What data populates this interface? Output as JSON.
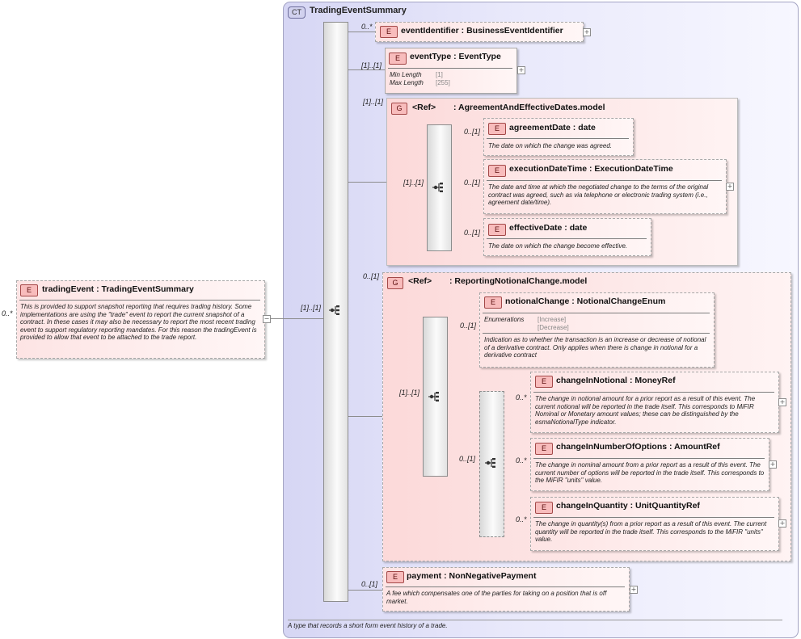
{
  "complex_type": {
    "badge": "CT",
    "name": "TradingEventSummary",
    "description": "A type that records a short form event history of a trade."
  },
  "root": {
    "multiplicity": "0..*",
    "badge": "E",
    "name": "tradingEvent : TradingEventSummary",
    "description": "This is provided to support snapshot reporting that requires trading history. Some implementations are using the \"trade\" event to report the current snapshot of a contract. In these cases it may also be necessary to report the most recent trading event to support regulatory reporting mandates. For this reason the tradingEvent is provided to allow that event to be attached to the trade report.",
    "expand": "−",
    "seq_multiplicity": "[1]..[1]"
  },
  "event_identifier": {
    "multiplicity": "0..*",
    "badge": "E",
    "name": "eventIdentifier : BusinessEventIdentifier",
    "expand": "+"
  },
  "event_type": {
    "multiplicity": "[1]..[1]",
    "badge": "E",
    "name": "eventType : EventType",
    "expand": "+",
    "facets": [
      {
        "key": "Min Length",
        "value": "[1]"
      },
      {
        "key": "Max Length",
        "value": "[255]"
      }
    ]
  },
  "group_dates": {
    "multiplicity": "[1]..[1]",
    "badge": "G",
    "ref": "<Ref>",
    "name": ": AgreementAndEffectiveDates.model",
    "seq_multiplicity": "[1]..[1]",
    "elements": [
      {
        "multiplicity": "0..[1]",
        "badge": "E",
        "name": "agreementDate : date",
        "description": "The date on which the change was agreed."
      },
      {
        "multiplicity": "0..[1]",
        "badge": "E",
        "name": "executionDateTime : ExecutionDateTime",
        "description": "The date and time at which the negotiated change to the terms of the original contract was agreed, such as via telephone or electronic trading system (i.e., agreement date/time).",
        "expand": "+"
      },
      {
        "multiplicity": "0..[1]",
        "badge": "E",
        "name": "effectiveDate : date",
        "description": "The date on which the change become effective."
      }
    ]
  },
  "group_notional": {
    "multiplicity": "0..[1]",
    "badge": "G",
    "ref": "<Ref>",
    "name": ": ReportingNotionalChange.model",
    "seq_multiplicity": "[1]..[1]",
    "notional_change": {
      "multiplicity": "0..[1]",
      "badge": "E",
      "name": "notionalChange : NotionalChangeEnum",
      "enum_label": "Enumerations",
      "enum_values": [
        "[Increase]",
        "[Decrease]"
      ],
      "description": "Indication as to whether the transaction is an increase or decrease of notional of a derivative contract. Only applies when there is change in notional for a derivative contract"
    },
    "choice_multiplicity": "0..[1]",
    "elements": [
      {
        "multiplicity": "0..*",
        "badge": "E",
        "name": "changeInNotional : MoneyRef",
        "description": "The change in notional amount for a prior report as a result of this event. The current notional will be reported in the trade itself. This corresponds to MiFIR Nominal or Monetary amount values; these can be distinguished by the esmaNotionalType indicator.",
        "expand": "+"
      },
      {
        "multiplicity": "0..*",
        "badge": "E",
        "name": "changeInNumberOfOptions : AmountRef",
        "description": "The change in nominal amount from a prior report as a result of this event. The current number of options will be reported in the trade itself. This corresponds to the MiFIR \"units\" value.",
        "expand": "+"
      },
      {
        "multiplicity": "0..*",
        "badge": "E",
        "name": "changeInQuantity : UnitQuantityRef",
        "description": "The change in quantity(s) from a prior report as a result of this event. The current quantity will be reported in the trade itself. This corresponds to the MiFIR \"units\" value.",
        "expand": "+"
      }
    ]
  },
  "payment": {
    "multiplicity": "0..[1]",
    "badge": "E",
    "name": "payment : NonNegativePayment",
    "description": "A fee which compensates one of the parties for taking on a position that is off market.",
    "expand": "+"
  }
}
